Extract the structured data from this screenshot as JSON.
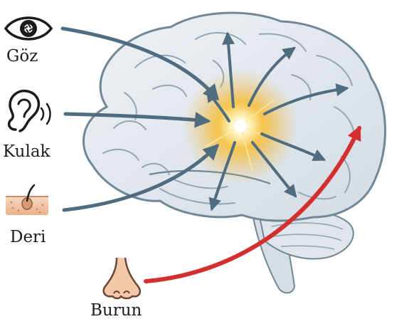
{
  "senses": {
    "eye": {
      "label": "Göz"
    },
    "ear": {
      "label": "Kulak"
    },
    "skin": {
      "label": "Deri"
    },
    "nose": {
      "label": "Burun"
    }
  },
  "colors": {
    "brain_fill": "#e3e8ee",
    "brain_outline": "#6f8796",
    "arrow_blue": "#4f6c80",
    "arrow_red": "#d32f2f",
    "glow": "#f5b324",
    "skin": "#f2c9a8"
  },
  "icons": [
    "eye-icon",
    "ear-icon",
    "skin-icon",
    "nose-icon"
  ]
}
